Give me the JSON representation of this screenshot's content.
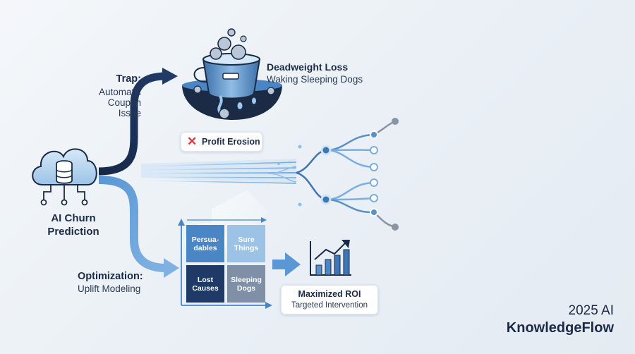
{
  "center": {
    "title_line1": "AI Churn",
    "title_line2": "Prediction"
  },
  "trap": {
    "title": "Trap:",
    "line1": "Automatic",
    "line2": "Coupon Issue"
  },
  "deadweight": {
    "title": "Deadweight Loss",
    "subtitle": "Waking Sleeping Dogs"
  },
  "profit_erosion": {
    "label": "Profit Erosion"
  },
  "optimization": {
    "title": "Optimization:",
    "subtitle": "Uplift Modeling"
  },
  "matrix": {
    "persuadables": [
      "Persua-",
      "dables"
    ],
    "sure_things": [
      "Sure",
      "Things"
    ],
    "lost_causes": [
      "Lost",
      "Causes"
    ],
    "sleeping_dogs": [
      "Sleeping",
      "Dogs"
    ]
  },
  "roi": {
    "title": "Maximized ROI",
    "subtitle": "Targeted Intervention"
  },
  "brand": {
    "line1": "2025 AI",
    "line2": "KnowledgeFlow"
  },
  "colors": {
    "navy": "#1c2b45",
    "blue": "#4a86c5",
    "light_blue": "#9cc3e6",
    "red": "#d9363e"
  }
}
